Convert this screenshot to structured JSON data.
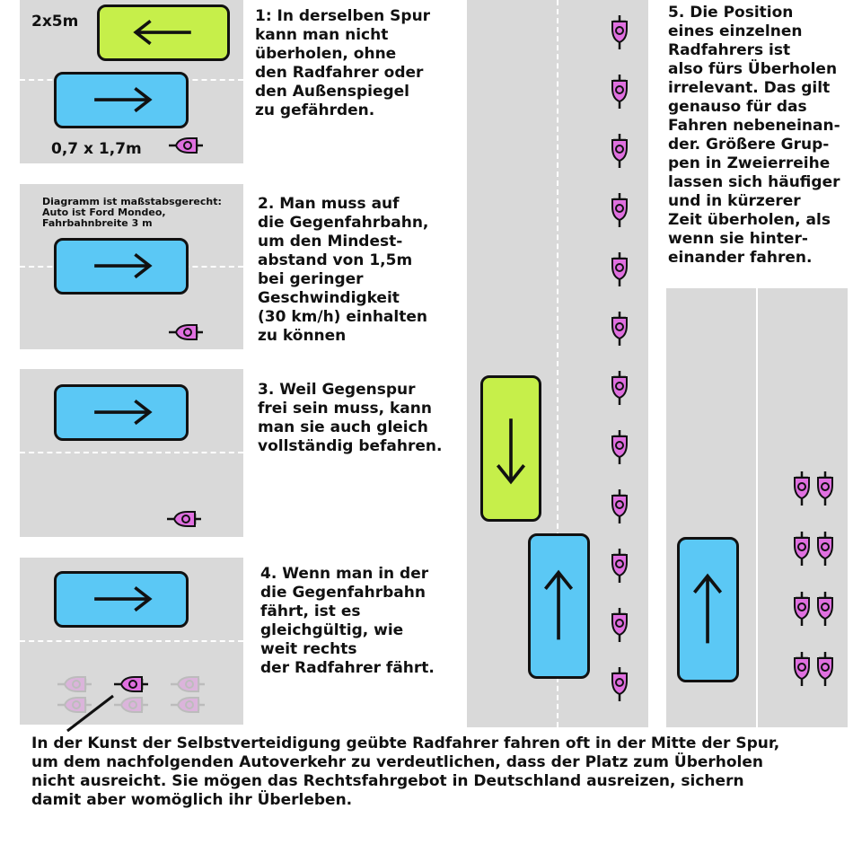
{
  "labels": {
    "dimension_car": "2x5m",
    "dimension_bike": "0,7 x 1,7m",
    "scale_note": "Diagramm ist maßstabsgerecht:\nAuto ist Ford Mondeo,\nFahrbahnbreite 3 m"
  },
  "steps": [
    {
      "text": "1: In derselben Spur\nkann man nicht\nüberholen, ohne\nden Radfahrer oder\nden Außenspiegel\nzu gefährden."
    },
    {
      "text": "2. Man muss auf\ndie Gegenfahrbahn,\num den Mindest-\nabstand von 1,5m\nbei geringer\nGeschwindigkeit\n(30 km/h) einhalten\nzu können"
    },
    {
      "text": "3. Weil Gegenspur\nfrei sein muss, kann\nman sie auch gleich\nvollständig befahren."
    },
    {
      "text": "4. Wenn man in der\ndie Gegenfahrbahn\nfährt, ist es\ngleichgültig, wie\nweit rechts\nder Radfahrer fährt."
    },
    {
      "text": "5. Die Position\neines einzelnen\nRadfahrers ist\nalso fürs Überholen\nirrelevant. Das gilt\ngenauso für das\nFahren nebeneinan-\nder. Größere Grup-\npen in Zweierreihe\nlassen sich häufiger\nund in kürzerer\nZeit überholen, als\nwenn sie hinter-\neinander fahren."
    }
  ],
  "caption": "In der Kunst der Selbstverteidigung geübte Radfahrer fahren oft in der Mitte der Spur,\num dem nachfolgenden Autoverkehr zu verdeutlichen, dass der Platz zum Überholen\nnicht ausreicht. Sie mögen das Rechtsfahrgebot in Deutschland ausreizen, sichern\ndamit aber womöglich ihr Überleben.",
  "colors": {
    "road": "#d9d9d9",
    "car_blue": "#5bc8f5",
    "car_green": "#c6ef4a",
    "bike": "#e070e0",
    "ghost_bike": "#e8b8e8"
  }
}
